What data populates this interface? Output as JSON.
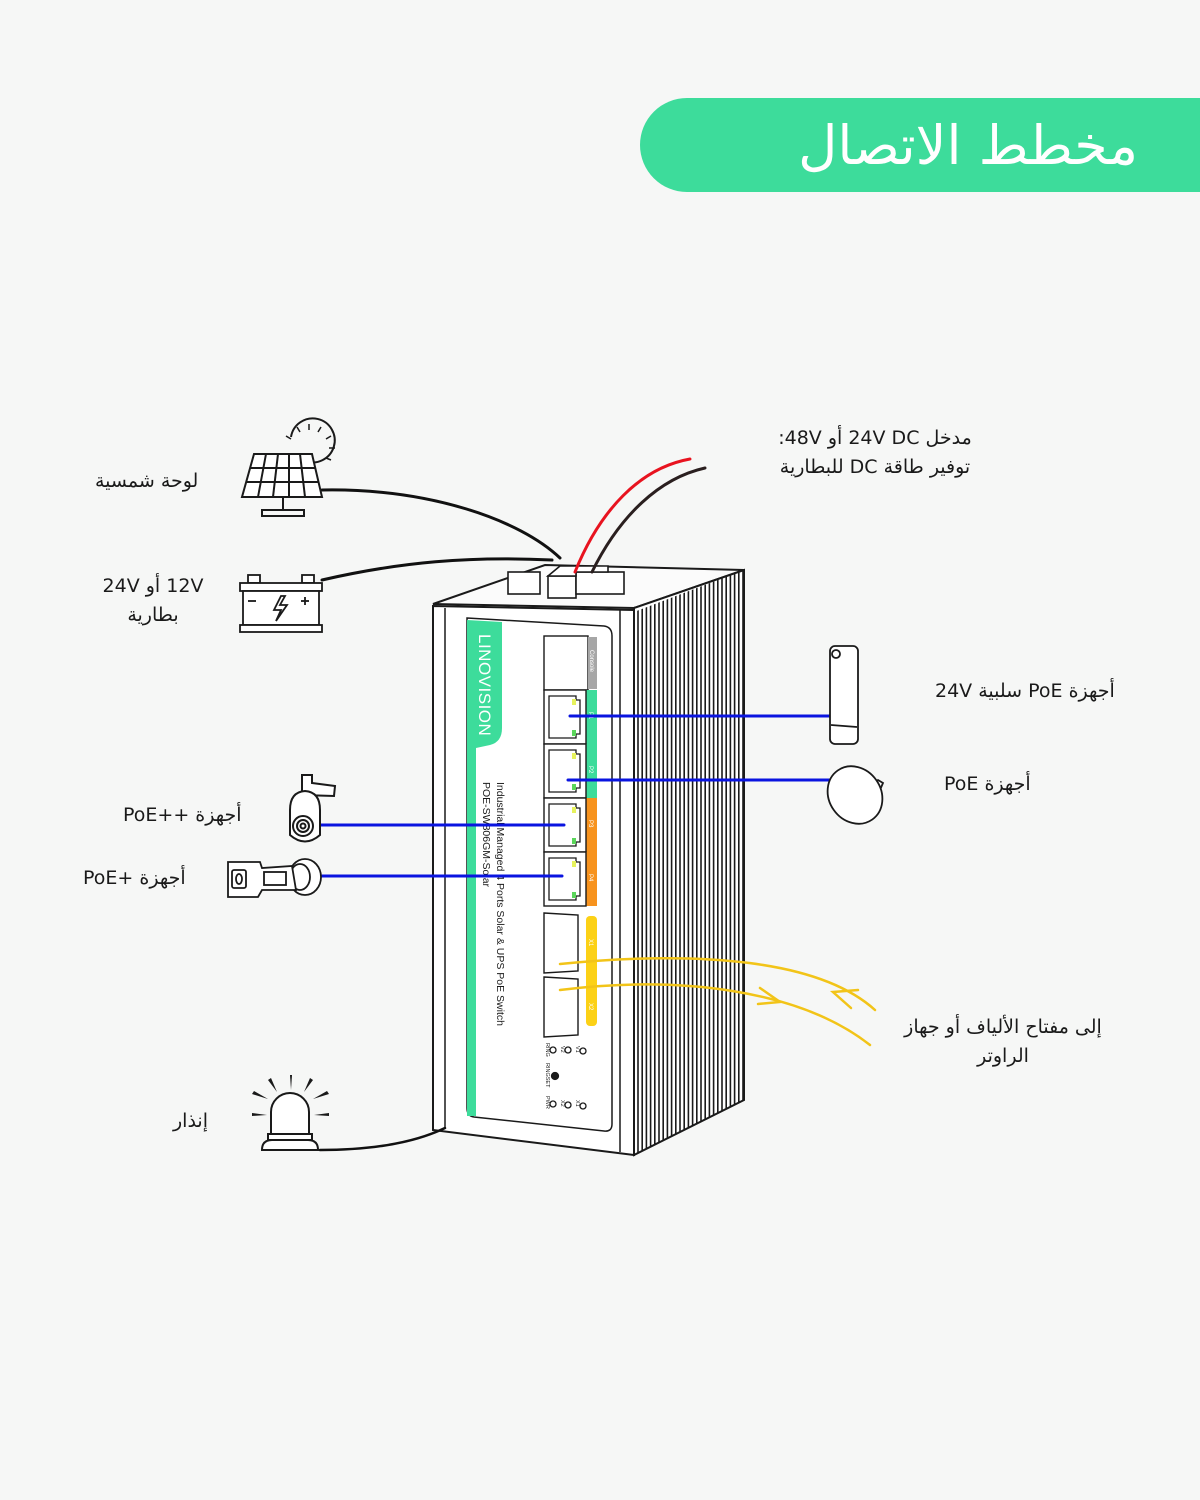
{
  "title": "مخطط الاتصال",
  "colors": {
    "accent": "#3ddc9b",
    "poe_cable": "#0a14e0",
    "fiber_cable": "#f2c418",
    "dc_positive": "#e8131f",
    "dc_negative": "#2a1f1f",
    "port_green": "#3ddc9b",
    "port_orange": "#f7931e",
    "console_gray": "#a6a6a6",
    "sfp_yellow": "#fcd116"
  },
  "labels": {
    "solar_panel": "لوحة شمسية",
    "battery_line1": "12V أو 24V",
    "battery_line2": "بطارية",
    "dc_input_line1": "مدخل 24V DC أو 48V:",
    "dc_input_line2": "توفير طاقة DC للبطارية",
    "passive_poe": "أجهزة PoE سلبية 24V",
    "poe_devices": "أجهزة PoE",
    "poe_plus_plus": "أجهزة ++PoE",
    "poe_plus": "أجهزة +PoE",
    "fiber_line1": "إلى مفتاح الألياف أو جهاز",
    "fiber_line2": "الراوتر",
    "alarm": "إنذار"
  },
  "device": {
    "brand": "LINOVISION",
    "description": "Industrial Managed 4 Ports Solar & UPS PoE Switch",
    "model": "POE-SW806GM-Solar",
    "console_label": "Console",
    "ports": [
      "P1",
      "P2",
      "P3",
      "P4"
    ],
    "sfp_ports": [
      "X1",
      "X2"
    ],
    "led_labels_row1": [
      "RING",
      "V2",
      "V1"
    ],
    "ringset_label": "RINGSET",
    "led_labels_row2": [
      "PWR",
      "X2",
      "X1"
    ]
  }
}
